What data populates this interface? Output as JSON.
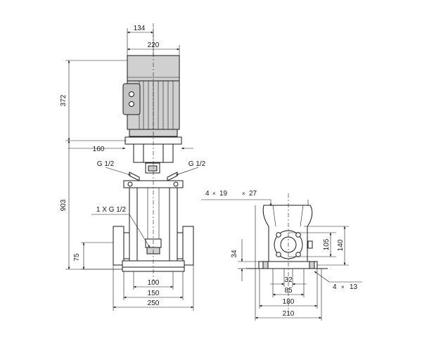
{
  "dimensions": {
    "top_width_134": "134",
    "top_width_220": "220",
    "height_372": "372",
    "height_903": "903",
    "height_75": "75",
    "width_160": "160",
    "port_left": "G 1/2",
    "port_right": "G 1/2",
    "drain_port": "1 X G 1/2",
    "base_100": "100",
    "base_150": "150",
    "base_250": "250",
    "holes_4x19": "4",
    "holes_4x19_x": "×",
    "holes_4x19_val": "19",
    "holes_x27_x": "×",
    "holes_x27_val": "27",
    "flange_105": "105",
    "flange_140": "140",
    "side_34": "34",
    "side_32": "32",
    "side_85": "85",
    "side_180": "180",
    "side_210": "210",
    "holes_4x13": "4",
    "holes_4x13_x": "×",
    "holes_4x13_val": "13"
  }
}
